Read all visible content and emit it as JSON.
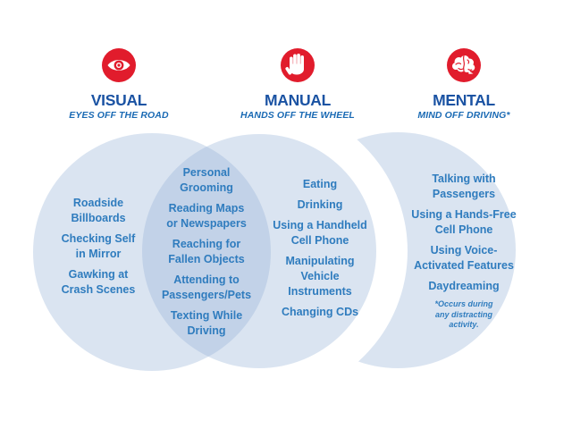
{
  "colors": {
    "badge_red": "#e11c2c",
    "title_blue": "#1b53a3",
    "subtitle_blue": "#1a6ab4",
    "body_blue": "#2f7cbe",
    "circle_blue": "#94b2d7",
    "circle_fill_rendered": "#dde7f3",
    "overlap_fill_rendered": "#c5d3e6"
  },
  "headers": [
    {
      "title": "VISUAL",
      "subtitle": "EYES OFF THE ROAD",
      "icon": "eye-icon"
    },
    {
      "title": "MANUAL",
      "subtitle": "HANDS OFF THE WHEEL",
      "icon": "hand-icon"
    },
    {
      "title": "MENTAL",
      "subtitle": "MIND OFF DRIVING*",
      "icon": "brain-icon"
    }
  ],
  "venn": {
    "visual_only": [
      "Roadside\nBillboards",
      "Checking Self\nin Mirror",
      "Gawking at\nCrash Scenes"
    ],
    "visual_manual_overlap": [
      "Personal\nGrooming",
      "Reading Maps\nor Newspapers",
      "Reaching for\nFallen Objects",
      "Attending to\nPassengers/Pets",
      "Texting While\nDriving"
    ],
    "manual_only": [
      "Eating",
      "Drinking",
      "Using a Handheld\nCell Phone",
      "Manipulating\nVehicle\nInstruments",
      "Changing CDs"
    ],
    "mental_only": [
      "Talking with\nPassengers",
      "Using a Hands-Free\nCell Phone",
      "Using Voice-\nActivated Features",
      "Daydreaming"
    ],
    "footnote": "*Occurs during\nany distracting\nactivity."
  }
}
